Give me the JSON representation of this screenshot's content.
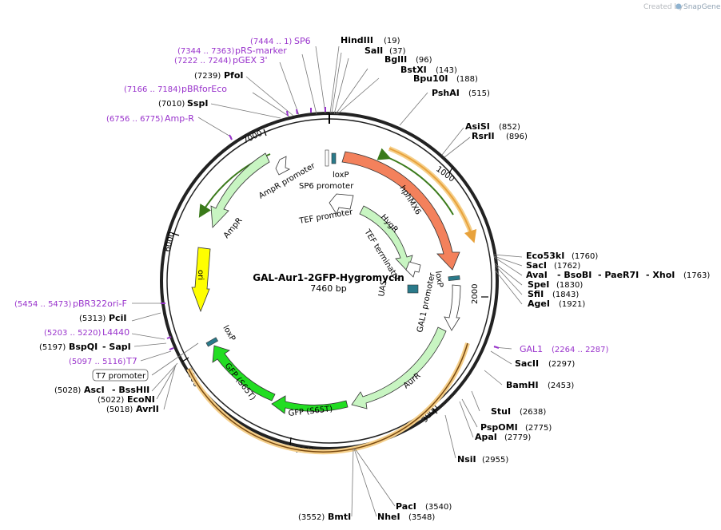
{
  "credit": {
    "prefix": "Created by",
    "brand": "SnapGene"
  },
  "plasmid": {
    "name": "GAL-Aur1-2GFP-Hygromycin",
    "length": "7460 bp"
  },
  "ticks": [
    "1000",
    "2000",
    "3000",
    "4000",
    "5000",
    "6000",
    "7000"
  ],
  "colors": {
    "hphMX6": "#f3815c",
    "HygR": "#c8f5c2",
    "AurR": "#c8f5c2",
    "GFP": "#22dd22",
    "AmpR": "#c8f5c2",
    "ori": "#ffff00",
    "loxP": "#2a7a8a",
    "feature_label": "#9933cc",
    "overlay": "#e8a23c"
  },
  "enzymes_top": [
    {
      "name": "HindIII",
      "pos": "(19)"
    },
    {
      "name": "SalI",
      "pos": "(37)"
    },
    {
      "name": "BglII",
      "pos": "(96)"
    },
    {
      "name": "BstXI",
      "pos": "(143)"
    },
    {
      "name": "Bpu10I",
      "pos": "(188)"
    },
    {
      "name": "PshAI",
      "pos": "(515)"
    },
    {
      "name": "AsiSI",
      "pos": "(852)"
    },
    {
      "name": "RsrII",
      "pos": "(896)"
    }
  ],
  "enzymes_right": {
    "eco53ki": {
      "name": "Eco53kI",
      "pos": "(1760)"
    },
    "saci": {
      "name": "SacI",
      "pos": "(1762)"
    },
    "avai_line": {
      "a": "AvaI",
      "b": "- BsoBI",
      "c": "- PaeR7I",
      "d": "- XhoI",
      "pos": "(1763)"
    },
    "spei": {
      "name": "SpeI",
      "pos": "(1830)"
    },
    "sfii": {
      "name": "SfiI",
      "pos": "(1843)"
    },
    "agei": {
      "name": "AgeI",
      "pos": "(1921)"
    },
    "gal1": {
      "name": "GAL1",
      "pos": "(2264 .. 2287)"
    },
    "sacii": {
      "name": "SacII",
      "pos": "(2297)"
    },
    "bamhi": {
      "name": "BamHI",
      "pos": "(2453)"
    },
    "stui": {
      "name": "StuI",
      "pos": "(2638)"
    },
    "pspomi": {
      "name": "PspOMI",
      "pos": "(2775)"
    },
    "apai": {
      "name": "ApaI",
      "pos": "(2779)"
    },
    "nsii": {
      "name": "NsiI",
      "pos": "(2955)"
    }
  },
  "enzymes_bottom": {
    "paci": {
      "name": "PacI",
      "pos": "(3540)"
    },
    "nhei": {
      "name": "NheI",
      "pos": "(3548)"
    },
    "bmti": {
      "name": "BmtI",
      "pos": "(3552)"
    }
  },
  "enzymes_left": {
    "sp6": {
      "name": "SP6",
      "pos": "(7444 .. 1)"
    },
    "prs": {
      "name": "pRS-marker",
      "pos": "(7344 .. 7363)"
    },
    "pgex": {
      "name": "pGEX 3'",
      "pos": "(7222 .. 7244)"
    },
    "pfoi": {
      "name": "PfoI",
      "pos": "(7239)"
    },
    "pbrfor": {
      "name": "pBRforEco",
      "pos": "(7166 .. 7184)"
    },
    "sspi": {
      "name": "SspI",
      "pos": "(7010)"
    },
    "ampr": {
      "name": "Amp-R",
      "pos": "(6756 .. 6775)"
    },
    "pbr322": {
      "name": "pBR322ori-F",
      "pos": "(5454 .. 5473)"
    },
    "pcii": {
      "name": "PciI",
      "pos": "(5313)"
    },
    "l4440": {
      "name": "L4440",
      "pos": "(5203 .. 5220)"
    },
    "bspqi": {
      "name": "BspQI",
      "name2": "- SapI",
      "pos": "(5197)"
    },
    "t7": {
      "name": "T7",
      "pos": "(5097 .. 5116)"
    },
    "t7prom": {
      "name": "T7 promoter"
    },
    "asci": {
      "name": "AscI",
      "name2": "- BssHII",
      "pos": "(5028)"
    },
    "econi": {
      "name": "EcoNI",
      "pos": "(5022)"
    },
    "avrii": {
      "name": "AvrII",
      "pos": "(5018)"
    }
  },
  "features": {
    "hphmx6": "hphMX6",
    "hygr": "HygR",
    "tef_promoter": "TEF promoter",
    "tef_terminator": "TEF terminator",
    "uas": "UAS",
    "loxp_right": "loxP",
    "gal1_promoter": "GAL1 promoter",
    "aurr": "AurR",
    "gfp1": "GFP (S65T)",
    "gfp2": "GFP (S65T)",
    "loxp_left": "loxP",
    "ori": "ori",
    "ampr": "AmpR",
    "ampr_promoter": "AmpR promoter",
    "loxp_top": "loxP",
    "sp6_promoter": "SP6 promoter"
  }
}
